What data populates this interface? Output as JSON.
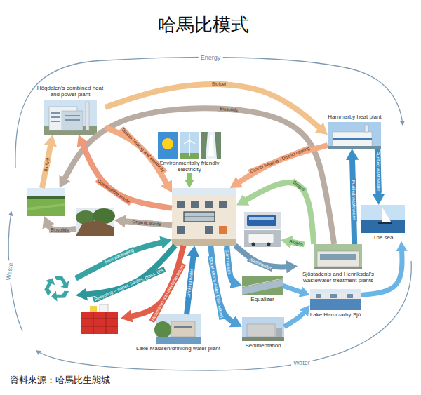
{
  "diagram": {
    "title": "哈馬比模式",
    "caption": "資料來源：哈馬比生態城",
    "nodes": [
      {
        "text": [
          "Högdalen's combined heat and power plant"
        ]
      },
      {
        "text": [
          "Environmentally friendly electricity"
        ]
      },
      {
        "text": [
          "Hammarby heat plant"
        ]
      },
      {
        "text": []
      },
      {
        "text": []
      },
      {
        "text": []
      },
      {
        "text": []
      },
      {
        "text": [
          "The sea"
        ]
      },
      {
        "text": [
          "Sjöstaden's and Henriksdal's wastewater treatment plants"
        ]
      },
      {
        "text": []
      },
      {
        "text": [
          "Equalizer"
        ]
      },
      {
        "text": [
          "Lake Hammarby Sjö"
        ]
      },
      {
        "text": []
      },
      {
        "text": [
          "Lake Mälaren/drinking water plant"
        ]
      },
      {
        "text": [
          "Sedimentation"
        ]
      }
    ],
    "edges": [
      {
        "from": 3,
        "to": 0,
        "label": "Biofuel",
        "arrow": "to"
      },
      {
        "from": 0,
        "to": 2,
        "label": "Biofuel",
        "arrow": "to"
      },
      {
        "from": 8,
        "to": 3,
        "label": "Biosolids",
        "arrow": "to"
      },
      {
        "from": 0,
        "to": 4,
        "label": "District heating and electricity",
        "arrow": "to"
      },
      {
        "from": 4,
        "to": 0,
        "label": "Combustible waste",
        "arrow": "to"
      },
      {
        "from": 2,
        "to": 4,
        "label": "District heating · District cooling",
        "arrow": "to"
      },
      {
        "from": 1,
        "to": 4,
        "arrow": "to"
      },
      {
        "from": 4,
        "to": 5,
        "label": "Organic waste",
        "arrow": "to"
      },
      {
        "from": 5,
        "to": 3,
        "label": "Biosolids",
        "arrow": "to"
      },
      {
        "from": 9,
        "to": 4,
        "label": "New packaging",
        "arrow": "to"
      },
      {
        "from": 4,
        "to": 9,
        "label": "Recycling – paper, bottles, glass, tins",
        "arrow": "to"
      },
      {
        "from": 4,
        "to": 12,
        "label": "Hazardous and electrical waste",
        "arrow": "to"
      },
      {
        "from": 13,
        "to": 4,
        "label": "Drinking water",
        "arrow": "to"
      },
      {
        "from": 4,
        "to": 14,
        "label": "Street storm water (rain water)",
        "arrow": "to"
      },
      {
        "from": 4,
        "to": 10,
        "label": "Storm water",
        "arrow": "to"
      },
      {
        "from": 4,
        "to": 8,
        "label": "Wastewater",
        "arrow": "to"
      },
      {
        "from": 8,
        "to": 4,
        "label": "Biogas",
        "arrow": "to"
      },
      {
        "from": 8,
        "to": 6,
        "label": "Biogas",
        "arrow": "to"
      },
      {
        "from": 8,
        "to": 2,
        "label": "Purified wastewater",
        "arrow": "to"
      },
      {
        "from": 2,
        "to": 7,
        "label": "Purified wastewater",
        "arrow": "to"
      },
      {
        "from": 10,
        "to": 11,
        "arrow": "to"
      },
      {
        "from": 14,
        "to": 11,
        "arrow": "to"
      },
      {
        "from": 11,
        "to": 7,
        "arrow": "to"
      }
    ],
    "labels": [
      "Energy",
      "Waste",
      "Water"
    ]
  }
}
